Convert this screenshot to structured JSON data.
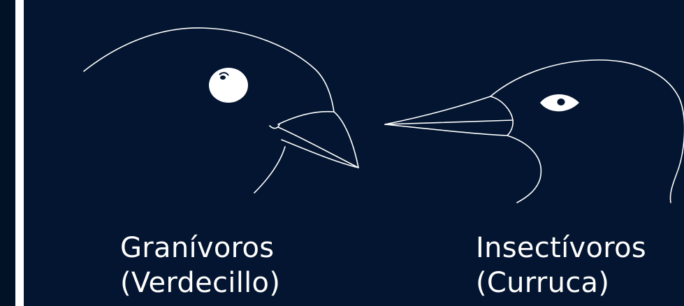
{
  "background_color": "#031530",
  "line_color": "#ffffff",
  "birds": [
    {
      "name": "granivore-finch",
      "icon": "finch-head-icon",
      "caption_line1": "Granívoros",
      "caption_line2": "(Verdecillo)"
    },
    {
      "name": "insectivore-warbler",
      "icon": "warbler-head-icon",
      "caption_line1": "Insectívoros",
      "caption_line2": "(Curruca)"
    }
  ]
}
